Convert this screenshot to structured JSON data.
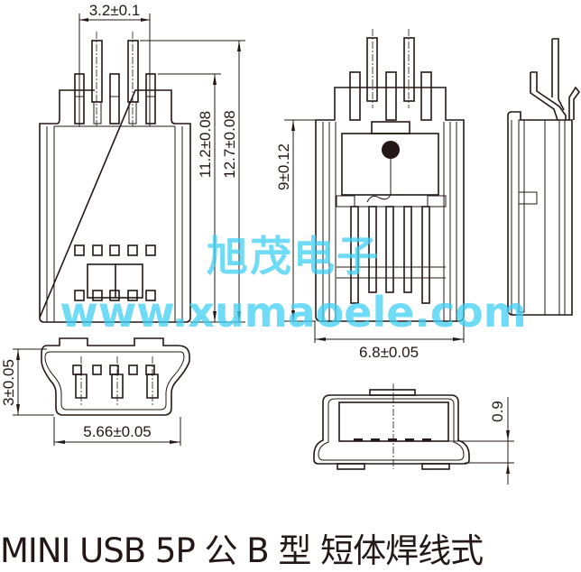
{
  "dimensions": {
    "pin_pitch": "3.2±0.1",
    "short_pin_height": "11.2±0.08",
    "long_pin_height": "12.7±0.08",
    "body_height": "9±0.12",
    "body_width": "6.8±0.05",
    "end_height": "3±0.05",
    "end_width": "5.66±0.05",
    "contact_offset": "0.9"
  },
  "watermark": {
    "cn": "旭茂电子",
    "url": "www.xumaoele.com"
  },
  "title": "MINI USB 5P 公 B 型  短体焊线式",
  "colors": {
    "line": "#231815",
    "watermark": "#3fd0f5"
  }
}
